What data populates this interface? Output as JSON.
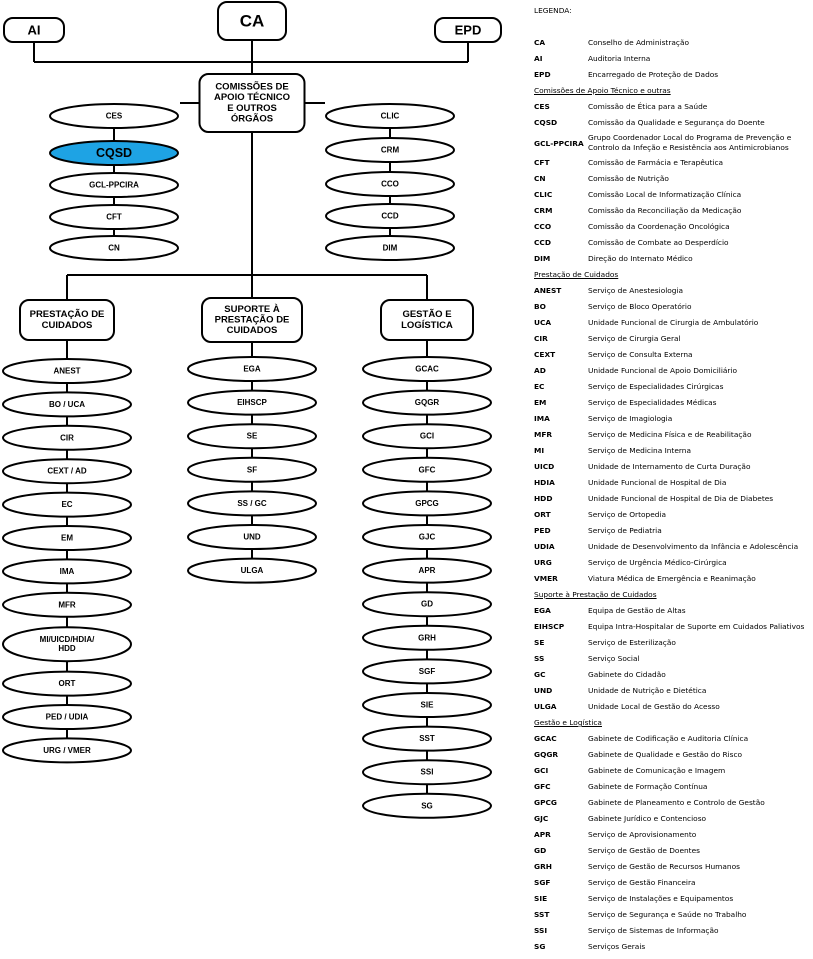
{
  "diagram": {
    "top": [
      "CA",
      "AI",
      "EPD"
    ],
    "commissions_hub": [
      "COMISSÕES DE",
      "APOIO TÉCNICO",
      "E OUTROS",
      "ÓRGÃOS"
    ],
    "commissions_left": [
      "CES",
      "CQSD",
      "GCL-PPCIRA",
      "CFT",
      "CN"
    ],
    "commissions_right": [
      "CLIC",
      "CRM",
      "CCO",
      "CCD",
      "DIM"
    ],
    "areas": [
      {
        "label": [
          "PRESTAÇÃO DE",
          "CUIDADOS"
        ],
        "children": [
          [
            "ANEST"
          ],
          [
            "BO / UCA"
          ],
          [
            "CIR"
          ],
          [
            "CEXT / AD"
          ],
          [
            "EC"
          ],
          [
            "EM"
          ],
          [
            "IMA"
          ],
          [
            "MFR"
          ],
          [
            "MI/UICD/HDIA/",
            "HDD"
          ],
          [
            "ORT"
          ],
          [
            "PED / UDIA"
          ],
          [
            "URG / VMER"
          ]
        ]
      },
      {
        "label": [
          "SUPORTE À",
          "PRESTAÇÃO DE",
          "CUIDADOS"
        ],
        "children": [
          [
            "EGA"
          ],
          [
            "EIHSCP"
          ],
          [
            "SE"
          ],
          [
            "SF"
          ],
          [
            "SS / GC"
          ],
          [
            "UND"
          ],
          [
            "ULGA"
          ]
        ]
      },
      {
        "label": [
          "GESTÃO E",
          "LOGÍSTICA"
        ],
        "children": [
          [
            "GCAC"
          ],
          [
            "GQGR"
          ],
          [
            "GCI"
          ],
          [
            "GFC"
          ],
          [
            "GPCG"
          ],
          [
            "GJC"
          ],
          [
            "APR"
          ],
          [
            "GD"
          ],
          [
            "GRH"
          ],
          [
            "SGF"
          ],
          [
            "SIE"
          ],
          [
            "SST"
          ],
          [
            "SSI"
          ],
          [
            "SG"
          ]
        ]
      }
    ],
    "highlight": "CQSD",
    "highlight_color": "#1ea3e4"
  },
  "legend": {
    "title": "LEGENDA:",
    "top_items": [
      [
        "CA",
        "Conselho de Administração"
      ],
      [
        "AI",
        "Auditoria Interna"
      ],
      [
        "EPD",
        "Encarregado de Proteção de Dados"
      ]
    ],
    "sections": [
      {
        "title": "Comissões de Apoio Técnico e outras",
        "items": [
          [
            "CES",
            "Comissão de Ética para a Saúde"
          ],
          [
            "CQSD",
            "Comissão da Qualidade e Segurança do Doente"
          ],
          [
            "GCL-PPCIRA",
            "Grupo Coordenador Local do Programa de Prevenção e Controlo da Infeção e Resistência aos Antimicrobianos"
          ],
          [
            "CFT",
            "Comissão de Farmácia e Terapêutica"
          ],
          [
            "CN",
            "Comissão de Nutrição"
          ],
          [
            "CLIC",
            "Comissão Local de Informatização Clínica"
          ],
          [
            "CRM",
            "Comissão da Reconciliação da Medicação"
          ],
          [
            "CCO",
            "Comissão da Coordenação Oncológica"
          ],
          [
            "CCD",
            "Comissão de Combate ao Desperdício"
          ],
          [
            "DIM",
            "Direção do Internato Médico"
          ]
        ]
      },
      {
        "title": "Prestação de Cuidados",
        "items": [
          [
            "ANEST",
            "Serviço de Anestesiologia"
          ],
          [
            "BO",
            "Serviço de Bloco Operatório"
          ],
          [
            "UCA",
            "Unidade Funcional de Cirurgia de Ambulatório"
          ],
          [
            "CIR",
            "Serviço de Cirurgia Geral"
          ],
          [
            "CEXT",
            "Serviço de Consulta Externa"
          ],
          [
            "AD",
            "Unidade Funcional de Apoio Domiciliário"
          ],
          [
            "EC",
            "Serviço de Especialidades Cirúrgicas"
          ],
          [
            "EM",
            "Serviço de Especialidades Médicas"
          ],
          [
            "IMA",
            "Serviço de Imagiologia"
          ],
          [
            "MFR",
            "Serviço de Medicina Física e de Reabilitação"
          ],
          [
            "MI",
            "Serviço de Medicina Interna"
          ],
          [
            "UICD",
            "Unidade de Internamento de Curta Duração"
          ],
          [
            "HDIA",
            "Unidade Funcional de Hospital de Dia"
          ],
          [
            "HDD",
            "Unidade Funcional de Hospital de Dia de Diabetes"
          ],
          [
            "ORT",
            "Serviço de Ortopedia"
          ],
          [
            "PED",
            "Serviço de Pediatria"
          ],
          [
            "UDIA",
            "Unidade de Desenvolvimento da Infância e Adolescência"
          ],
          [
            "URG",
            "Serviço de Urgência Médico-Cirúrgica"
          ],
          [
            "VMER",
            "Viatura Médica de Emergência e Reanimação"
          ]
        ]
      },
      {
        "title": "Suporte à Prestação de Cuidados",
        "items": [
          [
            "EGA",
            "Equipa de Gestão de Altas"
          ],
          [
            "EIHSCP",
            "Equipa Intra-Hospitalar de Suporte em Cuidados Paliativos"
          ],
          [
            "SE",
            "Serviço de Esterilização"
          ],
          [
            "SS",
            "Serviço Social"
          ],
          [
            "GC",
            "Gabinete do Cidadão"
          ],
          [
            "UND",
            "Unidade de Nutrição e Dietética"
          ],
          [
            "ULGA",
            "Unidade Local de Gestão do Acesso"
          ]
        ]
      },
      {
        "title": "Gestão e Logística",
        "items": [
          [
            "GCAC",
            "Gabinete de Codificação e Auditoria Clínica"
          ],
          [
            "GQGR",
            "Gabinete de Qualidade e Gestão do Risco"
          ],
          [
            "GCI",
            "Gabinete de Comunicação e Imagem"
          ],
          [
            "GFC",
            "Gabinete de Formação Contínua"
          ],
          [
            "GPCG",
            "Gabinete de Planeamento e Controlo de Gestão"
          ],
          [
            "GJC",
            "Gabinete Jurídico e Contencioso"
          ],
          [
            "APR",
            "Serviço de Aprovisionamento"
          ],
          [
            "GD",
            "Serviço de Gestão de Doentes"
          ],
          [
            "GRH",
            "Serviço de Gestão de Recursos Humanos"
          ],
          [
            "SGF",
            "Serviço de Gestão Financeira"
          ],
          [
            "SIE",
            "Serviço de Instalações e Equipamentos"
          ],
          [
            "SST",
            "Serviço de Segurança e Saúde no Trabalho"
          ],
          [
            "SSI",
            "Serviço de Sistemas de Informação"
          ],
          [
            "SG",
            "Serviços Gerais"
          ]
        ]
      }
    ]
  }
}
